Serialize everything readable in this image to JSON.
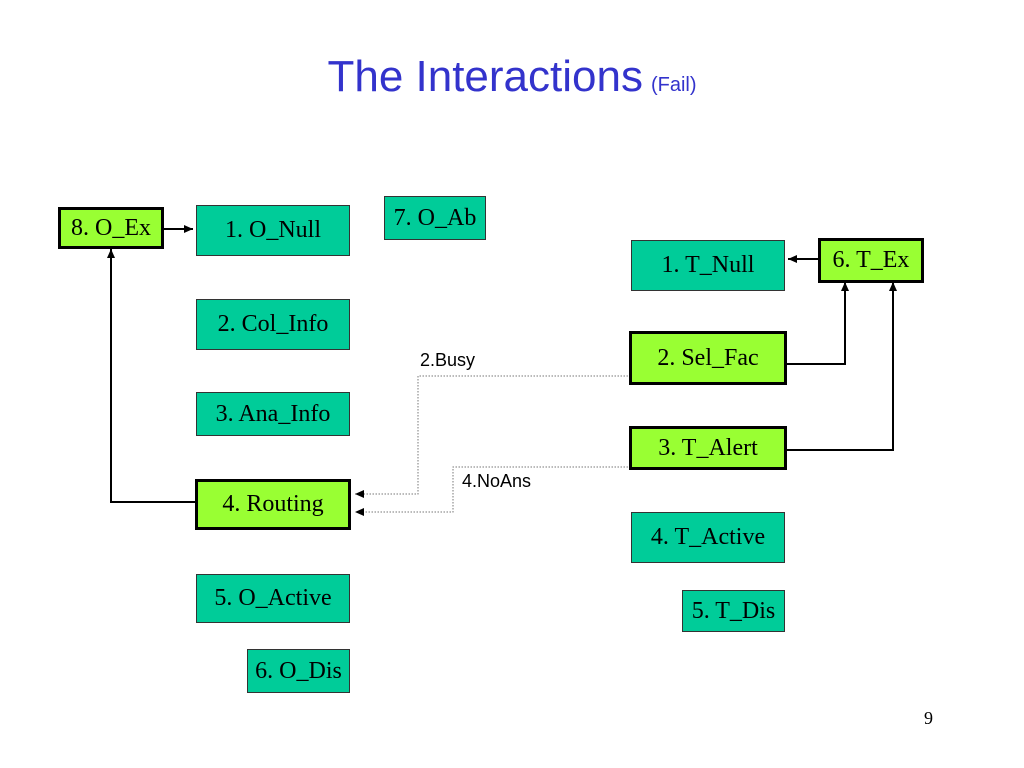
{
  "title": {
    "main": "The Interactions",
    "sub": "(Fail)"
  },
  "originating": {
    "o_ex": "8. O_Ex",
    "o_null": "1. O_Null",
    "o_ab": "7. O_Ab",
    "col_info": "2. Col_Info",
    "ana_info": "3. Ana_Info",
    "routing": "4. Routing",
    "o_active": "5. O_Active",
    "o_dis": "6. O_Dis"
  },
  "terminating": {
    "t_null": "1. T_Null",
    "t_ex": "6. T_Ex",
    "sel_fac": "2. Sel_Fac",
    "t_alert": "3. T_Alert",
    "t_active": "4. T_Active",
    "t_dis": "5. T_Dis"
  },
  "edges": {
    "busy": "2.Busy",
    "noans": "4.NoAns"
  },
  "page_number": "9",
  "colors": {
    "title": "#3333cc",
    "state_box": "#00cc99",
    "highlighted_box": "#99ff33"
  }
}
